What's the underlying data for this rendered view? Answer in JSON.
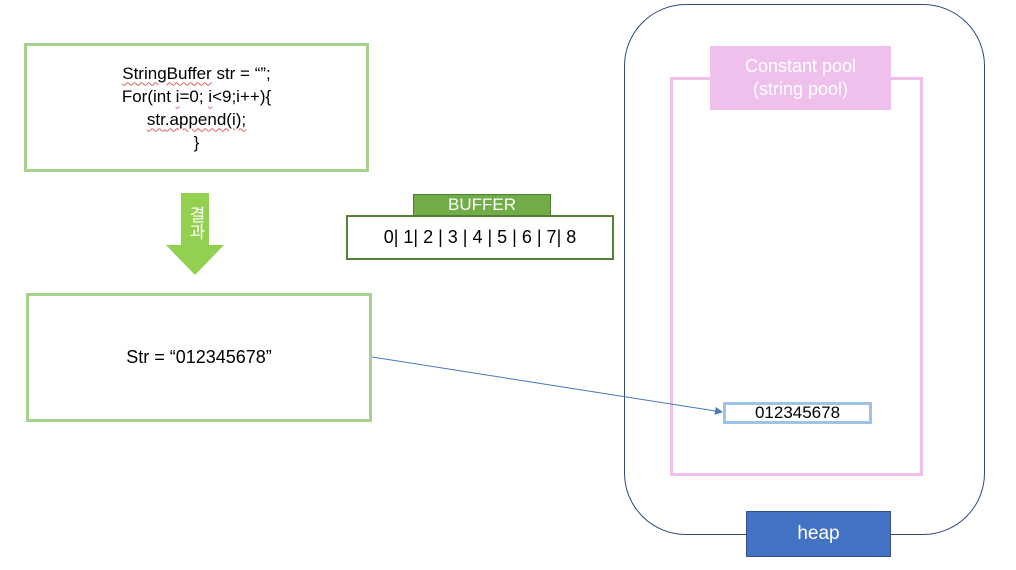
{
  "code": {
    "line1_a": "StringBuffer",
    "line1_b": " str = “”;",
    "line2_a": "For(int ",
    "line2_b": "i",
    "line2_c": "=0; ",
    "line2_d": "i",
    "line2_e": "<9;i++){",
    "line3_a": "str",
    "line3_b": ".append(i);",
    "line4": "}"
  },
  "result_arrow": {
    "char1": "결",
    "char2": "과"
  },
  "buffer": {
    "label": "BUFFER",
    "contents": "0| 1| 2 | 3 | 4 | 5 | 6 | 7| 8"
  },
  "result": {
    "text": "Str = “012345678”"
  },
  "heap": {
    "pool_label_line1": "Constant pool",
    "pool_label_line2": "(string pool)",
    "pooled_value": "012345678",
    "heap_label": "heap"
  },
  "colors": {
    "green_box": "#a9d18e",
    "dark_green": "#548235",
    "buffer_tag": "#70ad47",
    "pool_pink": "#efc0ea",
    "heap_blue": "#4472c4",
    "pooled_border": "#9dc3e6",
    "arrow_blue": "#4a76b8"
  }
}
